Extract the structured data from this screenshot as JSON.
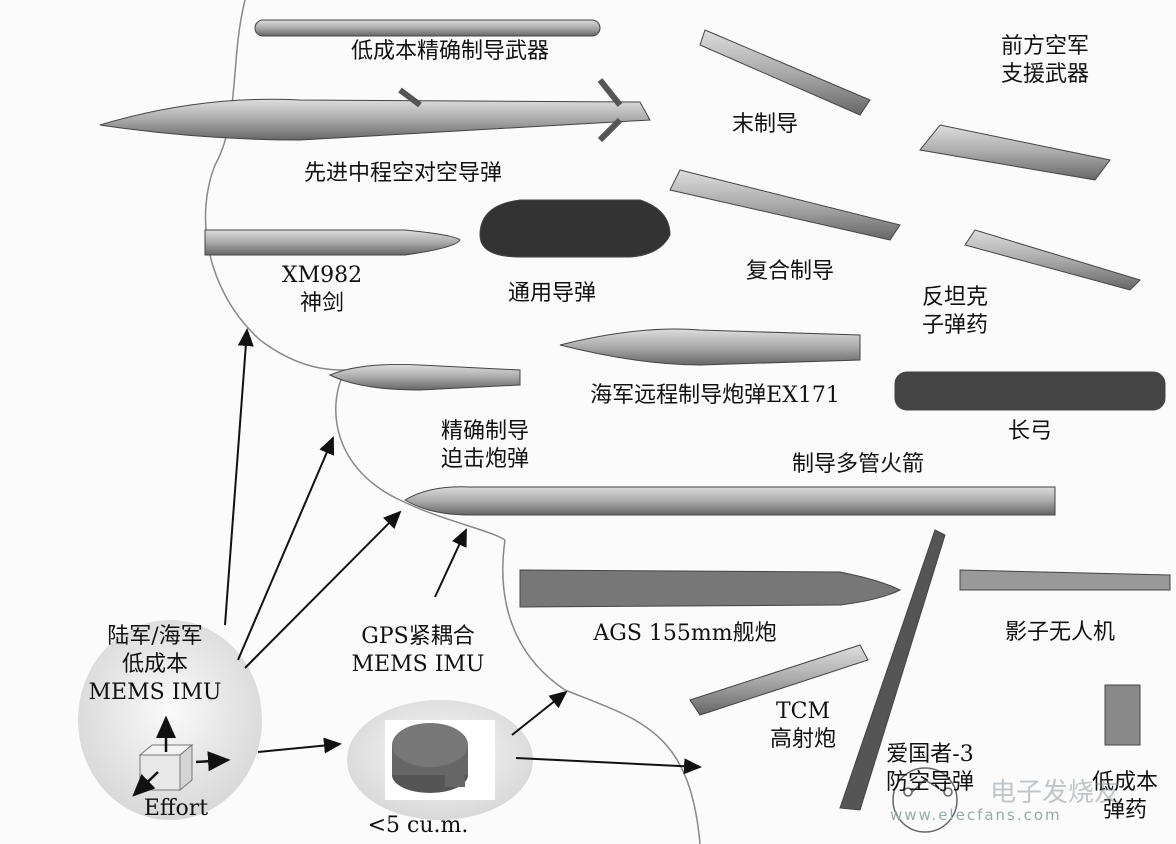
{
  "labels": {
    "low_cost_precision": "低成本精确制导武器",
    "amraam": "先进中程空对空导弹",
    "xm982_1": "XM982",
    "xm982_2": "神剑",
    "common_missile": "通用导弹",
    "terminal_guidance": "末制导",
    "forward_af_1": "前方空军",
    "forward_af_2": "支援武器",
    "composite_guidance": "复合制导",
    "antitank_1": "反坦克",
    "antitank_2": "子弹药",
    "ex171": "海军远程制导炮弹EX171",
    "mortar_1": "精确制导",
    "mortar_2": "迫击炮弹",
    "longbow": "长弓",
    "mlrs": "制导多管火箭",
    "ags": "AGS 155mm舰炮",
    "shadow_uav": "影子无人机",
    "army_navy_1": "陆军/海军",
    "army_navy_2": "低成本",
    "army_navy_3": "MEMS IMU",
    "gps_1": "GPS紧耦合",
    "gps_2": "MEMS IMU",
    "effort": "Effort",
    "volume": "<5 cu.m.",
    "tcm_1": "TCM",
    "tcm_2": "高射炮",
    "patriot_1": "爱国者-3",
    "patriot_2": "防空导弹",
    "lowcost_ammo_1": "低成本",
    "lowcost_ammo_2": "弹药"
  },
  "watermark": {
    "brand": "电子发烧友",
    "url": "www.elecfans.com"
  }
}
